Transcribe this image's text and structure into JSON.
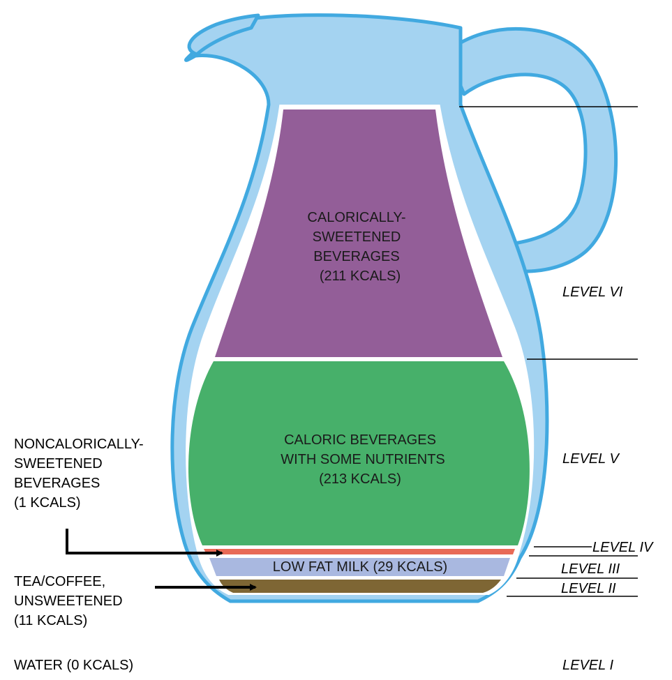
{
  "colors": {
    "jug_outline": "#41a9e0",
    "jug_fill": "#a4d3f1",
    "inner_outline": "#ffffff",
    "sweetened": "#935e98",
    "caloric": "#47b06a",
    "noncaloric": "#e86a57",
    "milk": "#a9b8e0",
    "tea": "#7e6634"
  },
  "segments": {
    "sweetened": {
      "lines": [
        "CALORICALLY-",
        "SWEETENED",
        "BEVERAGES",
        "(211 KCALS)"
      ]
    },
    "caloric": {
      "lines": [
        "CALORIC BEVERAGES",
        "WITH SOME NUTRIENTS",
        "(213 KCALS)"
      ]
    },
    "milk": {
      "text": "LOW FAT MILK (29 KCALS)"
    }
  },
  "side_labels": {
    "noncaloric": {
      "lines": [
        "NONCALORICALLY-",
        "SWEETENED",
        "BEVERAGES",
        "(1 KCALS)"
      ]
    },
    "tea": {
      "lines": [
        "TEA/COFFEE,",
        "UNSWEETENED",
        "(11 KCALS)"
      ]
    },
    "water": {
      "text": "WATER (0 KCALS)"
    }
  },
  "levels": {
    "six": "LEVEL VI",
    "five": "LEVEL V",
    "four": "LEVEL IV",
    "three": "LEVEL III",
    "two": "LEVEL II",
    "one": "LEVEL I"
  }
}
